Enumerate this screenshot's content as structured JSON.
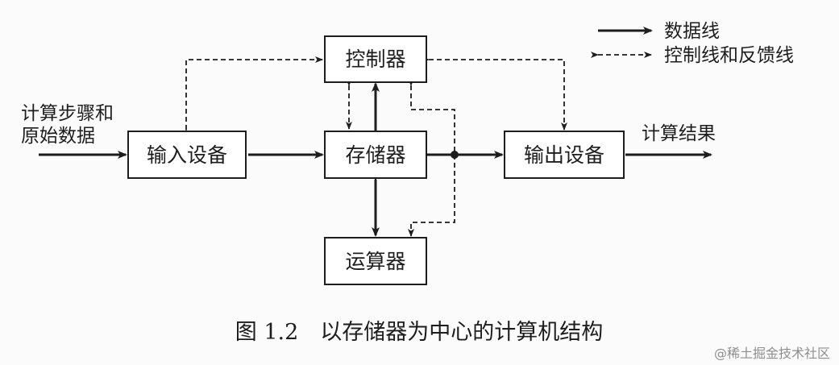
{
  "legend": {
    "data_line": "数据线",
    "control_feedback_line": "控制线和反馈线"
  },
  "nodes": {
    "controller": "控制器",
    "input_device": "输入设备",
    "memory": "存储器",
    "output_device": "输出设备",
    "alu": "运算器"
  },
  "inputs": {
    "line1": "计算步骤和",
    "line2": "原始数据"
  },
  "output": "计算结果",
  "caption": "图 1.2　以存储器为中心的计算机结构",
  "watermark": "@稀土掘金技术社区"
}
